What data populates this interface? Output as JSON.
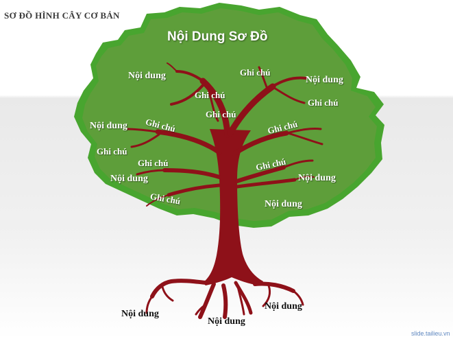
{
  "slide": {
    "title": "SƠ ĐỒ HÌNH CÂY CƠ BẢN",
    "watermark": "slide.tailieu.vn"
  },
  "colors": {
    "canopy_fill": "#5e9e3a",
    "canopy_rim": "#48a52f",
    "trunk": "#8e1119",
    "text_on_canopy": "#ffffff",
    "root_text": "#111111",
    "background_band": "#e7e7e7"
  },
  "diagram": {
    "heading": "Nội Dung Sơ Đồ",
    "canopy_labels": [
      {
        "text": "Nội dung",
        "kind": "content"
      },
      {
        "text": "Ghi chú",
        "kind": "note"
      },
      {
        "text": "Nội dung",
        "kind": "content"
      },
      {
        "text": "Ghi chú",
        "kind": "note"
      },
      {
        "text": "Ghi chú",
        "kind": "note"
      },
      {
        "text": "Ghi chú",
        "kind": "note"
      },
      {
        "text": "Nội dung",
        "kind": "content"
      },
      {
        "text": "Ghi chú",
        "kind": "note"
      },
      {
        "text": "Ghi chú",
        "kind": "note"
      },
      {
        "text": "Ghi chú",
        "kind": "note"
      },
      {
        "text": "Ghi chú",
        "kind": "note"
      },
      {
        "text": "Ghi chú",
        "kind": "note"
      },
      {
        "text": "Nội dung",
        "kind": "content"
      },
      {
        "text": "Nội dung",
        "kind": "content"
      },
      {
        "text": "Ghi chú",
        "kind": "note"
      },
      {
        "text": "Nội dung",
        "kind": "content"
      }
    ],
    "root_labels": [
      {
        "text": "Nội dung"
      },
      {
        "text": "Nội dung"
      },
      {
        "text": "Nội dung"
      }
    ]
  }
}
